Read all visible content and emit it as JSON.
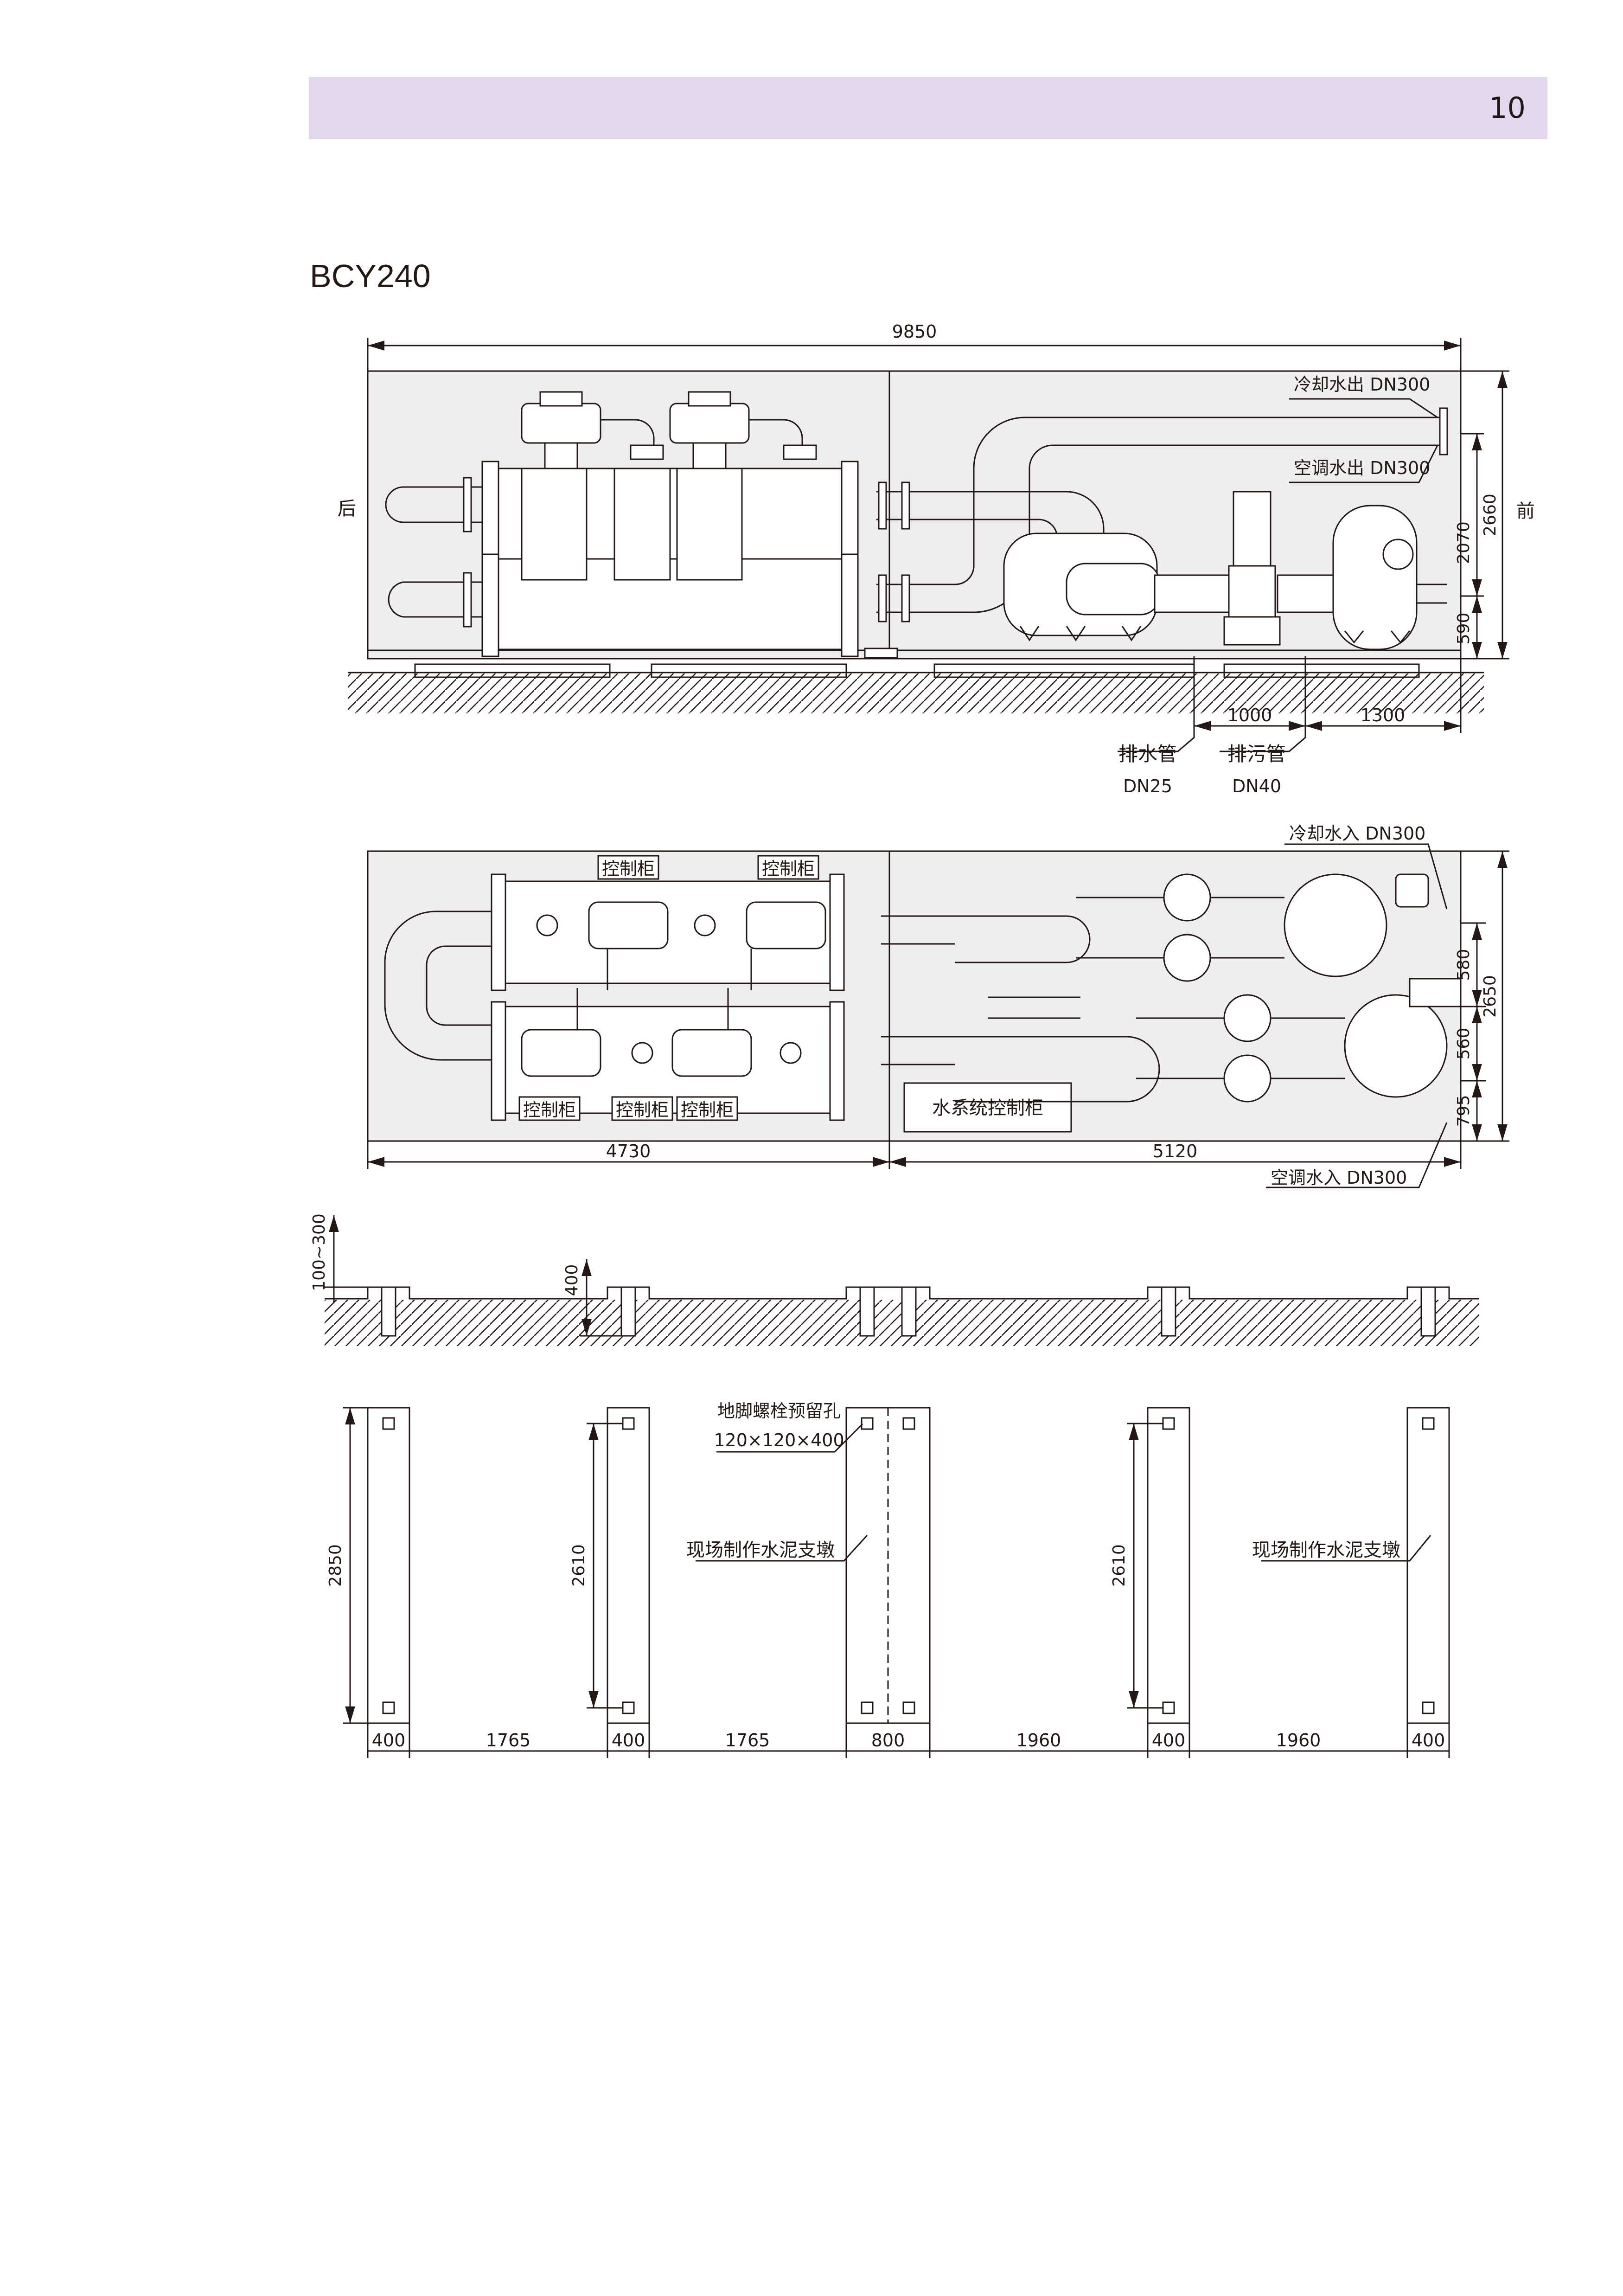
{
  "header": {
    "page_number": "10"
  },
  "model": {
    "title": "BCY240"
  },
  "elevation": {
    "overall_length": "9850",
    "side_back": "后",
    "side_front": "前",
    "cooling_water_out": "冷却水出 DN300",
    "ac_water_out": "空调水出 DN300",
    "height_total": "2660",
    "height_upper": "2070",
    "height_lower": "590",
    "drain_offset": "1000",
    "sewage_offset": "1300",
    "drain_pipe": "排水管",
    "drain_size": "DN25",
    "sewage_pipe": "排污管",
    "sewage_size": "DN40"
  },
  "plan": {
    "cooling_water_in": "冷却水入 DN300",
    "ac_water_in": "空调水入 DN300",
    "control_cabinet": "控制柜",
    "water_system_cabinet": "水系统控制柜",
    "width_total": "2650",
    "width_a": "580",
    "width_b": "560",
    "width_c": "795",
    "length_left": "4730",
    "length_right": "5120"
  },
  "foundation_section": {
    "grout_gap": "100~300",
    "pier_height": "400"
  },
  "foundation_plan": {
    "anchor_hole_label": "地脚螺栓预留孔",
    "anchor_hole_size": "120×120×400",
    "pier_label": "现场制作水泥支墩",
    "pier_length_outer": "2850",
    "pier_length_inner": "2610",
    "dims": [
      "400",
      "1765",
      "400",
      "1765",
      "800",
      "1960",
      "400",
      "1960",
      "400"
    ]
  },
  "colors": {
    "header_band": "#e3d7ee",
    "panel_fill": "#eeeeee",
    "line": "#231815"
  }
}
